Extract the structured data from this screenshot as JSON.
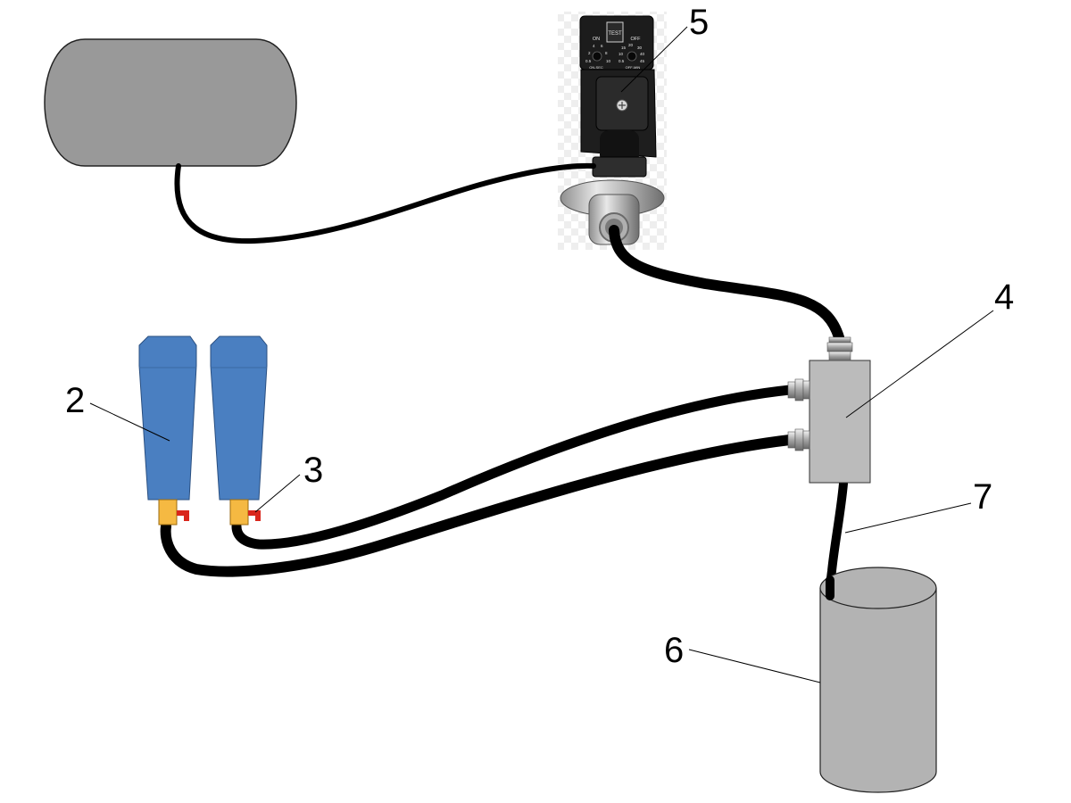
{
  "labels": {
    "filter": "2",
    "drain_valve": "3",
    "manifold": "4",
    "solenoid_valve": "5",
    "collector": "6",
    "drain_hose": "7"
  },
  "timer": {
    "test_button": "TEST",
    "on_label": "ON",
    "off_label": "OFF",
    "on_unit": "ON-SEC",
    "off_unit": "OFF-MIN",
    "on_scale": [
      "4",
      "6",
      "2",
      "8",
      "0.5",
      "10"
    ],
    "off_scale": [
      "15",
      "20",
      "30",
      "10",
      "40",
      "0.5",
      "45"
    ]
  },
  "colors": {
    "tank": "#999999",
    "filter_body": "#4a7fc1",
    "drain_port": "#f5b942",
    "drain_valve_handle": "#d9261c",
    "manifold": "#bbbbbb",
    "collector": "#b3b3b3",
    "hose": "#000000",
    "solenoid_body": "#1e1e1e",
    "valve_metal": "#c9c9c9"
  }
}
